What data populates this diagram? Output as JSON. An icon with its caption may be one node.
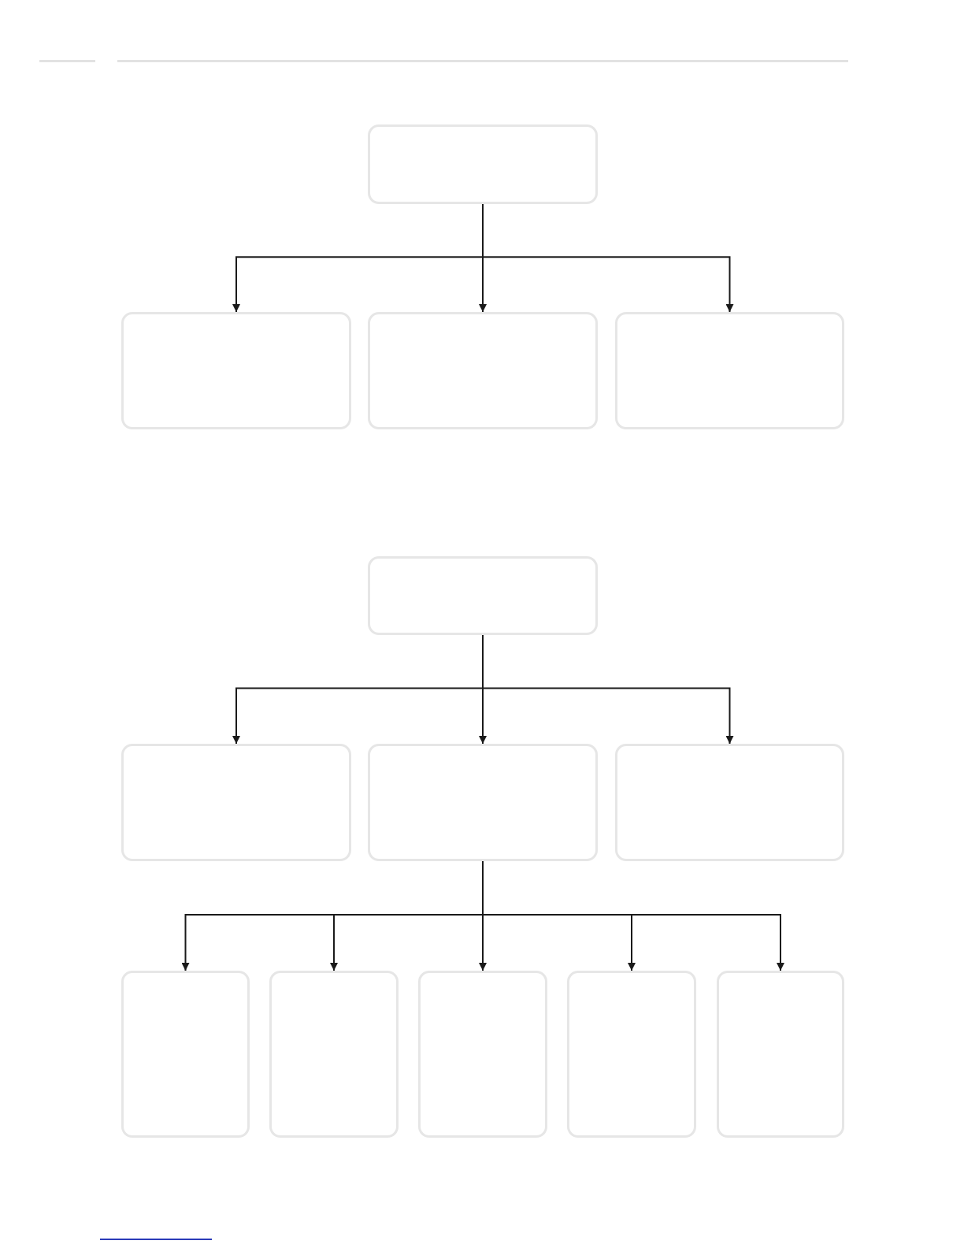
{
  "diagram": {
    "nodes": [
      {
        "text": [],
        "shape": "box"
      },
      {
        "text": [],
        "shape": "box"
      },
      {
        "text": [],
        "shape": "box"
      },
      {
        "text": [],
        "shape": "box"
      },
      {
        "text": [],
        "shape": "box"
      },
      {
        "text": [],
        "shape": "box"
      },
      {
        "text": [],
        "shape": "box"
      },
      {
        "text": [],
        "shape": "box"
      },
      {
        "text": [],
        "shape": "box"
      },
      {
        "text": [],
        "shape": "box"
      },
      {
        "text": [],
        "shape": "box"
      },
      {
        "text": [],
        "shape": "box"
      },
      {
        "text": [],
        "shape": "box"
      }
    ],
    "edges": [
      {
        "from": 0,
        "to": 1,
        "arrow": "to"
      },
      {
        "from": 0,
        "to": 2,
        "arrow": "to"
      },
      {
        "from": 0,
        "to": 3,
        "arrow": "to"
      },
      {
        "from": 4,
        "to": 5,
        "arrow": "to"
      },
      {
        "from": 4,
        "to": 6,
        "arrow": "to"
      },
      {
        "from": 4,
        "to": 7,
        "arrow": "to"
      },
      {
        "from": 6,
        "to": 8,
        "arrow": "to"
      },
      {
        "from": 6,
        "to": 9,
        "arrow": "to"
      },
      {
        "from": 6,
        "to": 10,
        "arrow": "to"
      },
      {
        "from": 6,
        "to": 11,
        "arrow": "to"
      },
      {
        "from": 6,
        "to": 12,
        "arrow": "to"
      }
    ]
  }
}
